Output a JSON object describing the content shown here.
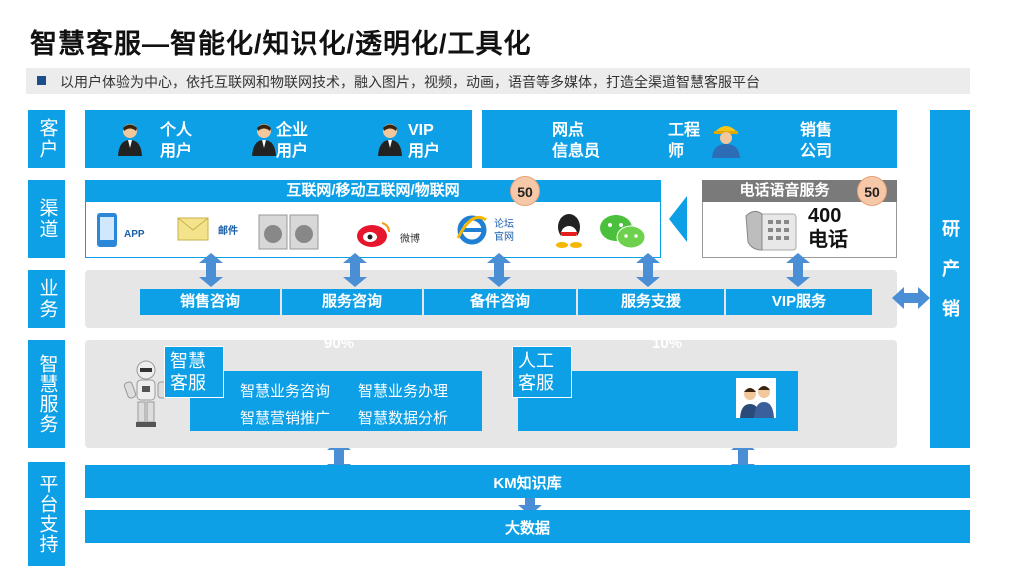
{
  "title": "智慧客服—智能化/知识化/透明化/工具化",
  "subtitle": "以用户体验为中心，依托互联网和物联网技术，融入图片，视频，动画，语音等多媒体，打造全渠道智慧客服平台",
  "rows": {
    "customer": "客户",
    "channel": "渠道",
    "business": "业务",
    "smart_service": "智慧服务",
    "platform": "平台支持"
  },
  "right_panel": "研产销",
  "customers_left": [
    {
      "label1": "个人",
      "label2": "用户"
    },
    {
      "label1": "企业",
      "label2": "用户"
    },
    {
      "label1": "VIP",
      "label2": "用户"
    }
  ],
  "customers_right": [
    {
      "label1": "网点",
      "label2": "信息员"
    },
    {
      "label1": "工程",
      "label2": "师"
    },
    {
      "label1": "销售",
      "label2": "公司"
    }
  ],
  "channel": {
    "internet_title": "互联网/移动互联网/物联网",
    "internet_badge": "50",
    "phone_title": "电话语音服务",
    "phone_badge": "50",
    "phone_number": "400",
    "phone_label": "电话",
    "icons": {
      "app": "APP",
      "mail": "邮件",
      "weibo": "微博",
      "forum1": "论坛",
      "forum2": "官网"
    }
  },
  "services": [
    "销售咨询",
    "服务咨询",
    "备件咨询",
    "服务支援",
    "VIP服务"
  ],
  "smart": {
    "ai_title1": "智慧",
    "ai_title2": "客服",
    "ai_percent": "90%",
    "ai_items": [
      "智慧业务咨询",
      "智慧业务办理",
      "智慧营销推广",
      "智慧数据分析"
    ],
    "human_title1": "人工",
    "human_title2": "客服",
    "human_percent": "10%"
  },
  "platform": {
    "km": "KM知识库",
    "bigdata": "大数据"
  },
  "colors": {
    "primary": "#0ea0e6",
    "panel": "#e6e6e6",
    "arrow": "#4a8fd6",
    "badge": "#f7c8a7"
  }
}
